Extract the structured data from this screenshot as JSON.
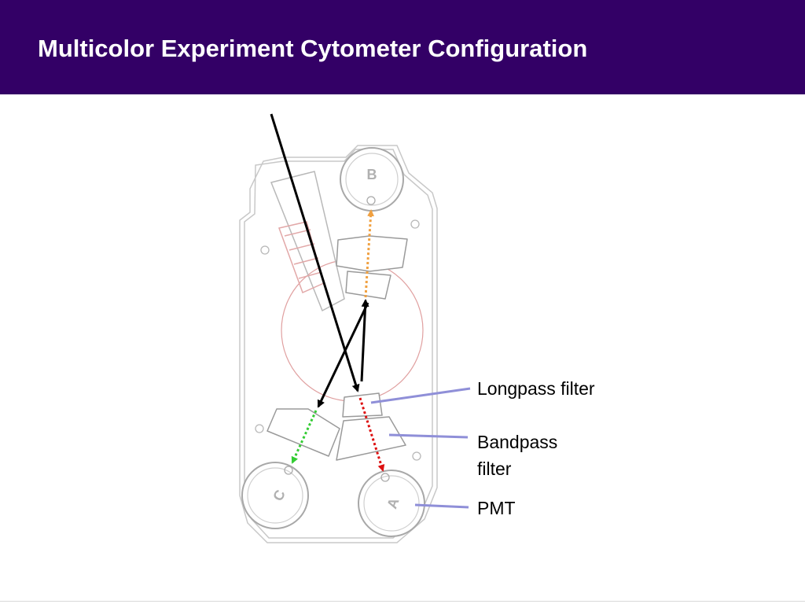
{
  "slide": {
    "title": "Multicolor Experiment Cytometer Configuration",
    "header_color": "#330066"
  },
  "diagram": {
    "pmt_labels": {
      "b": "B",
      "c": "C",
      "a": "A"
    },
    "beam_colors": {
      "orange": "#f0a040",
      "green": "#33cc33",
      "red": "#dd1111"
    },
    "callout_color": "#8f8fd8",
    "callouts": {
      "longpass": "Longpass filter",
      "bandpass_line1": "Bandpass",
      "bandpass_line2": "filter",
      "pmt": "PMT"
    }
  }
}
